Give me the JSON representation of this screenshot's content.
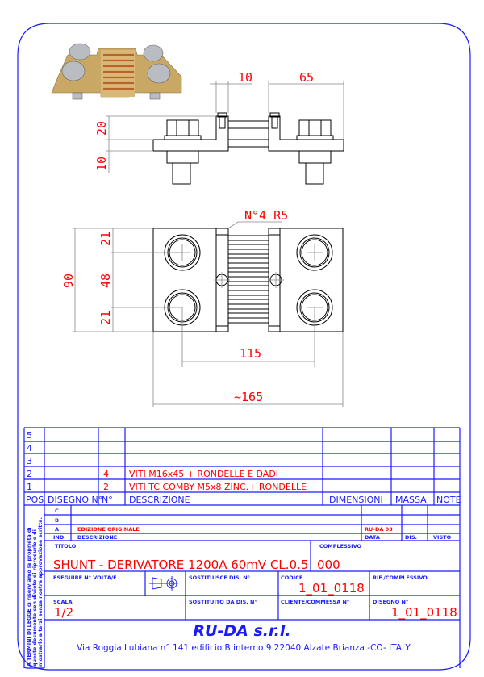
{
  "dimensions": {
    "d10_top": "10",
    "d65": "65",
    "d20": "20",
    "d10_side": "10",
    "note": "N°4 R5",
    "d90": "90",
    "d21_top": "21",
    "d48": "48",
    "d21_bottom": "21",
    "d115": "115",
    "d165": "~165"
  },
  "parts_list": {
    "rows": [
      {
        "pos": "5",
        "drawing": "",
        "qty": "",
        "desc": ""
      },
      {
        "pos": "4",
        "drawing": "",
        "qty": "",
        "desc": ""
      },
      {
        "pos": "3",
        "drawing": "",
        "qty": "",
        "desc": ""
      },
      {
        "pos": "2",
        "drawing": "",
        "qty": "4",
        "desc": "VITI M16x45 + RONDELLE E DADI"
      },
      {
        "pos": "1",
        "drawing": "",
        "qty": "2",
        "desc": "VITI TC COMBY M5x8 ZINC.+ RONDELLE"
      }
    ],
    "headers": {
      "pos": "POS",
      "drawing": "DISEGNO N°",
      "qty": "N°",
      "desc": "DESCRIZIONE",
      "dims": "DIMENSIONI",
      "mass": "MASSA",
      "notes": "NOTE"
    }
  },
  "revisions": {
    "rows": [
      {
        "ind": "C",
        "desc": "",
        "date": ""
      },
      {
        "ind": "B",
        "desc": "",
        "date": ""
      },
      {
        "ind": "A",
        "desc": "EDIZIONE ORIGINALE",
        "date": "RU-DA 03"
      }
    ],
    "headers": {
      "ind": "IND.",
      "desc": "DESCRIZIONE",
      "date": "DATA",
      "dis": "DIS.",
      "visto": "VISTO"
    }
  },
  "title_block": {
    "titolo_label": "TITOLO",
    "titolo": "SHUNT - DERIVATORE 1200A  60mV CL.0.5",
    "complessivo_label": "COMPLESSIVO",
    "complessivo": "000",
    "eseguire_label": "ESEGUIRE N°  VOLTA/E",
    "sostituisce_label": "SOSTITUISCE DIS. N°",
    "codice_label": "CODICE",
    "codice": "1_01_0118",
    "rif_label": "RIF./COMPLESSIVO",
    "scala_label": "SCALA",
    "scala": "1/2",
    "sostituito_label": "SOSTITUITO DA DIS. N°",
    "cliente_label": "CLIENTE/COMMESSA N°",
    "disegno_label": "DISEGNO N°",
    "disegno": "1_01_0118"
  },
  "legal": {
    "line1": "A TERMINI DI LEGGE ci riserviamo la proprietà di",
    "line2": "questo documento con divieto di riprodurlo e di",
    "line3": "mostrarlo a terzi senza nostra approvazione scritta."
  },
  "company": {
    "name": "RU-DA s.r.l.",
    "address": "Via Roggia  Lubiana n° 141 edificio B interno 9  22040 Alzate Brianza -CO- ITALY"
  }
}
